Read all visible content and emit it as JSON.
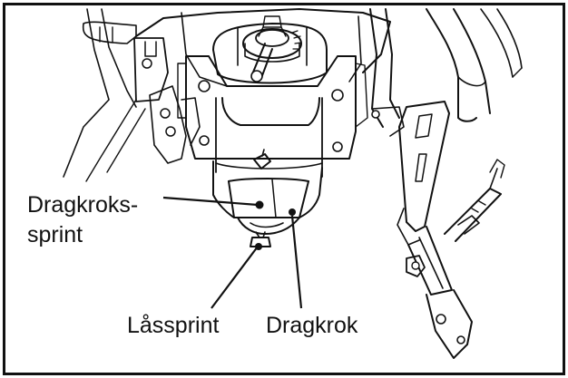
{
  "labels": {
    "hitch_pin_line1": "Dragkroks-",
    "hitch_pin_line2": "sprint",
    "lock_pin": "Låssprint",
    "hitch_hook": "Dragkrok"
  },
  "colors": {
    "line": "#111111",
    "background": "#ffffff",
    "frame": "#111111"
  }
}
